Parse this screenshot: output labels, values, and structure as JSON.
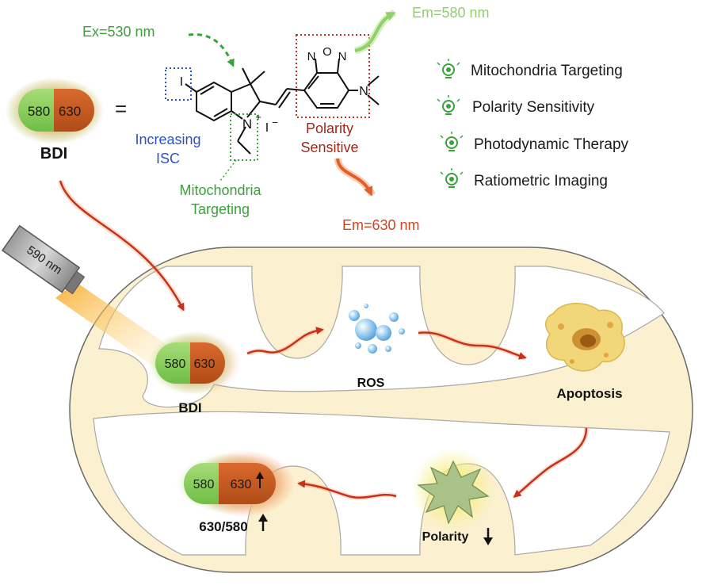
{
  "probe": {
    "name": "BDI",
    "left_label": "580",
    "right_label": "630",
    "equals": "=",
    "increased_label": "630",
    "ratio_label": "630/580"
  },
  "excitation": {
    "label": "Ex=530 nm"
  },
  "emissions": {
    "green": "Em=580 nm",
    "red": "Em=630 nm"
  },
  "structure_annotations": {
    "isc_line1": "Increasing",
    "isc_line2": "ISC",
    "mito_line1": "Mitochondria",
    "mito_line2": "Targeting",
    "polarity_line1": "Polarity",
    "polarity_line2": "Sensitive",
    "atoms": {
      "iodine": "I",
      "nitrogen": "N",
      "plus": "+",
      "iodide": "I",
      "minus": "−",
      "oxygen": "O",
      "n1": "N",
      "n2": "N",
      "amine_n": "N"
    }
  },
  "features": [
    {
      "label": "Mitochondria Targeting"
    },
    {
      "label": "Polarity Sensitivity"
    },
    {
      "label": "Photodynamic Therapy"
    },
    {
      "label": "Ratiometric Imaging"
    }
  ],
  "laser": {
    "label": "590 nm"
  },
  "process": {
    "ros": "ROS",
    "apoptosis": "Apoptosis",
    "polarity": "Polarity"
  },
  "colors": {
    "green_probe": "#7ec850",
    "orange_probe": "#c0571e",
    "mito_fill": "#fbf0cf",
    "arrow_red": "#c8321c",
    "feature_green": "#3aa23a",
    "isc_blue": "#2a55c8",
    "polarity_red": "#a0281a",
    "em_green": "#8fd06a",
    "em_red": "#d2431f",
    "ex_green": "#3aa23a"
  }
}
